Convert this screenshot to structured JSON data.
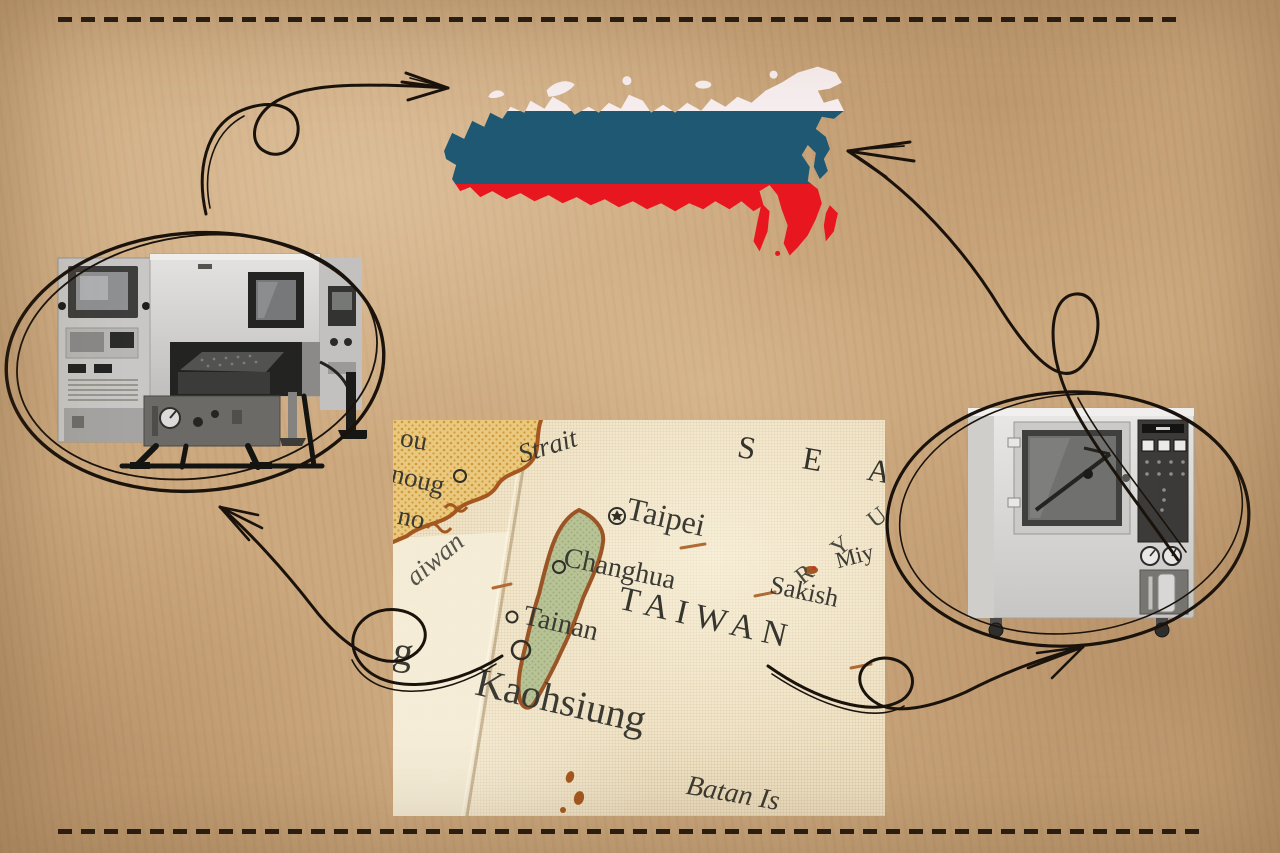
{
  "palette": {
    "paper": "#cda97f",
    "ink": "#1a130c",
    "flag_white": "#f7eeef",
    "flag_blue": "#1f5872",
    "flag_red": "#e8161f",
    "map_paper": "#efe2c5",
    "map_fold": "#f5edd8",
    "island_green": "#b7c295",
    "coast_brown": "#a4581f",
    "china_yellow": "#eac97e",
    "map_ink": "#3b3a32"
  },
  "taiwan_map": {
    "labels": {
      "sea": "S E A",
      "strait": "Strait",
      "ryu": "R Y U",
      "miy": "Miy",
      "sakish": "Sakish",
      "taipei": "Taipei",
      "changhua": "Changhua",
      "taiwan": "TAIWAN",
      "tainan": "Tainan",
      "kaohsiung": "Kaohsiung",
      "batan_is": "Batan Is",
      "frag_ou": "ou",
      "frag_noug": "noug",
      "frag_no": "no",
      "frag_aiwan": "aiwan",
      "frag_g": "g"
    }
  }
}
